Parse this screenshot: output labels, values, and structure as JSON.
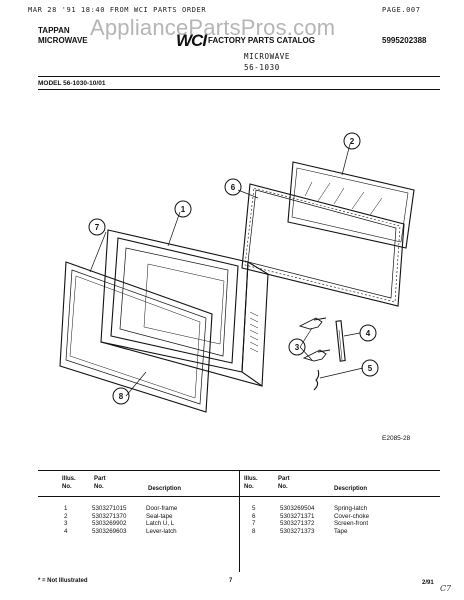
{
  "fax_header": {
    "left": "MAR 28 '91 18:40  FROM WCI PARTS ORDER",
    "right": "PAGE.007"
  },
  "watermark": "AppliancePartsPros.com",
  "header": {
    "brand_line1": "TAPPAN",
    "brand_line2": "MICROWAVE",
    "logo_text": "WCI",
    "catalog_title": "FACTORY PARTS CATALOG",
    "catalog_number": "5995202388",
    "product_name": "MICROWAVE",
    "product_model": "56-1030"
  },
  "model_line": "MODEL 56-1030-10/01",
  "diagram": {
    "callouts": [
      "1",
      "2",
      "3",
      "4",
      "5",
      "6",
      "7",
      "8"
    ],
    "drawing_code": "E2085-28"
  },
  "parts_table": {
    "left_headers": {
      "illus": "Illus.",
      "no": "No.",
      "part": "Part",
      "part_no": "No.",
      "description": "Description"
    },
    "right_headers": {
      "illus": "Illus.",
      "no": "No.",
      "part": "Part",
      "part_no": "No.",
      "description": "Description"
    },
    "left_rows": [
      {
        "illus": "1",
        "part": "5303271015",
        "description": "Door-frame"
      },
      {
        "illus": "2",
        "part": "5303271370",
        "description": "Seal-tape"
      },
      {
        "illus": "3",
        "part": "5303269902",
        "description": "Latch U, L"
      },
      {
        "illus": "4",
        "part": "5303269603",
        "description": "Lever-latch"
      }
    ],
    "right_rows": [
      {
        "illus": "5",
        "part": "5303269504",
        "description": "Spring-latch"
      },
      {
        "illus": "6",
        "part": "5303271371",
        "description": "Cover-choke"
      },
      {
        "illus": "7",
        "part": "5303271372",
        "description": "Screen-front"
      },
      {
        "illus": "8",
        "part": "5303271373",
        "description": "Tape"
      }
    ]
  },
  "footer": {
    "note": "* = Not Illustrated",
    "page_number": "7",
    "date": "2/91",
    "scribble": "C7"
  }
}
